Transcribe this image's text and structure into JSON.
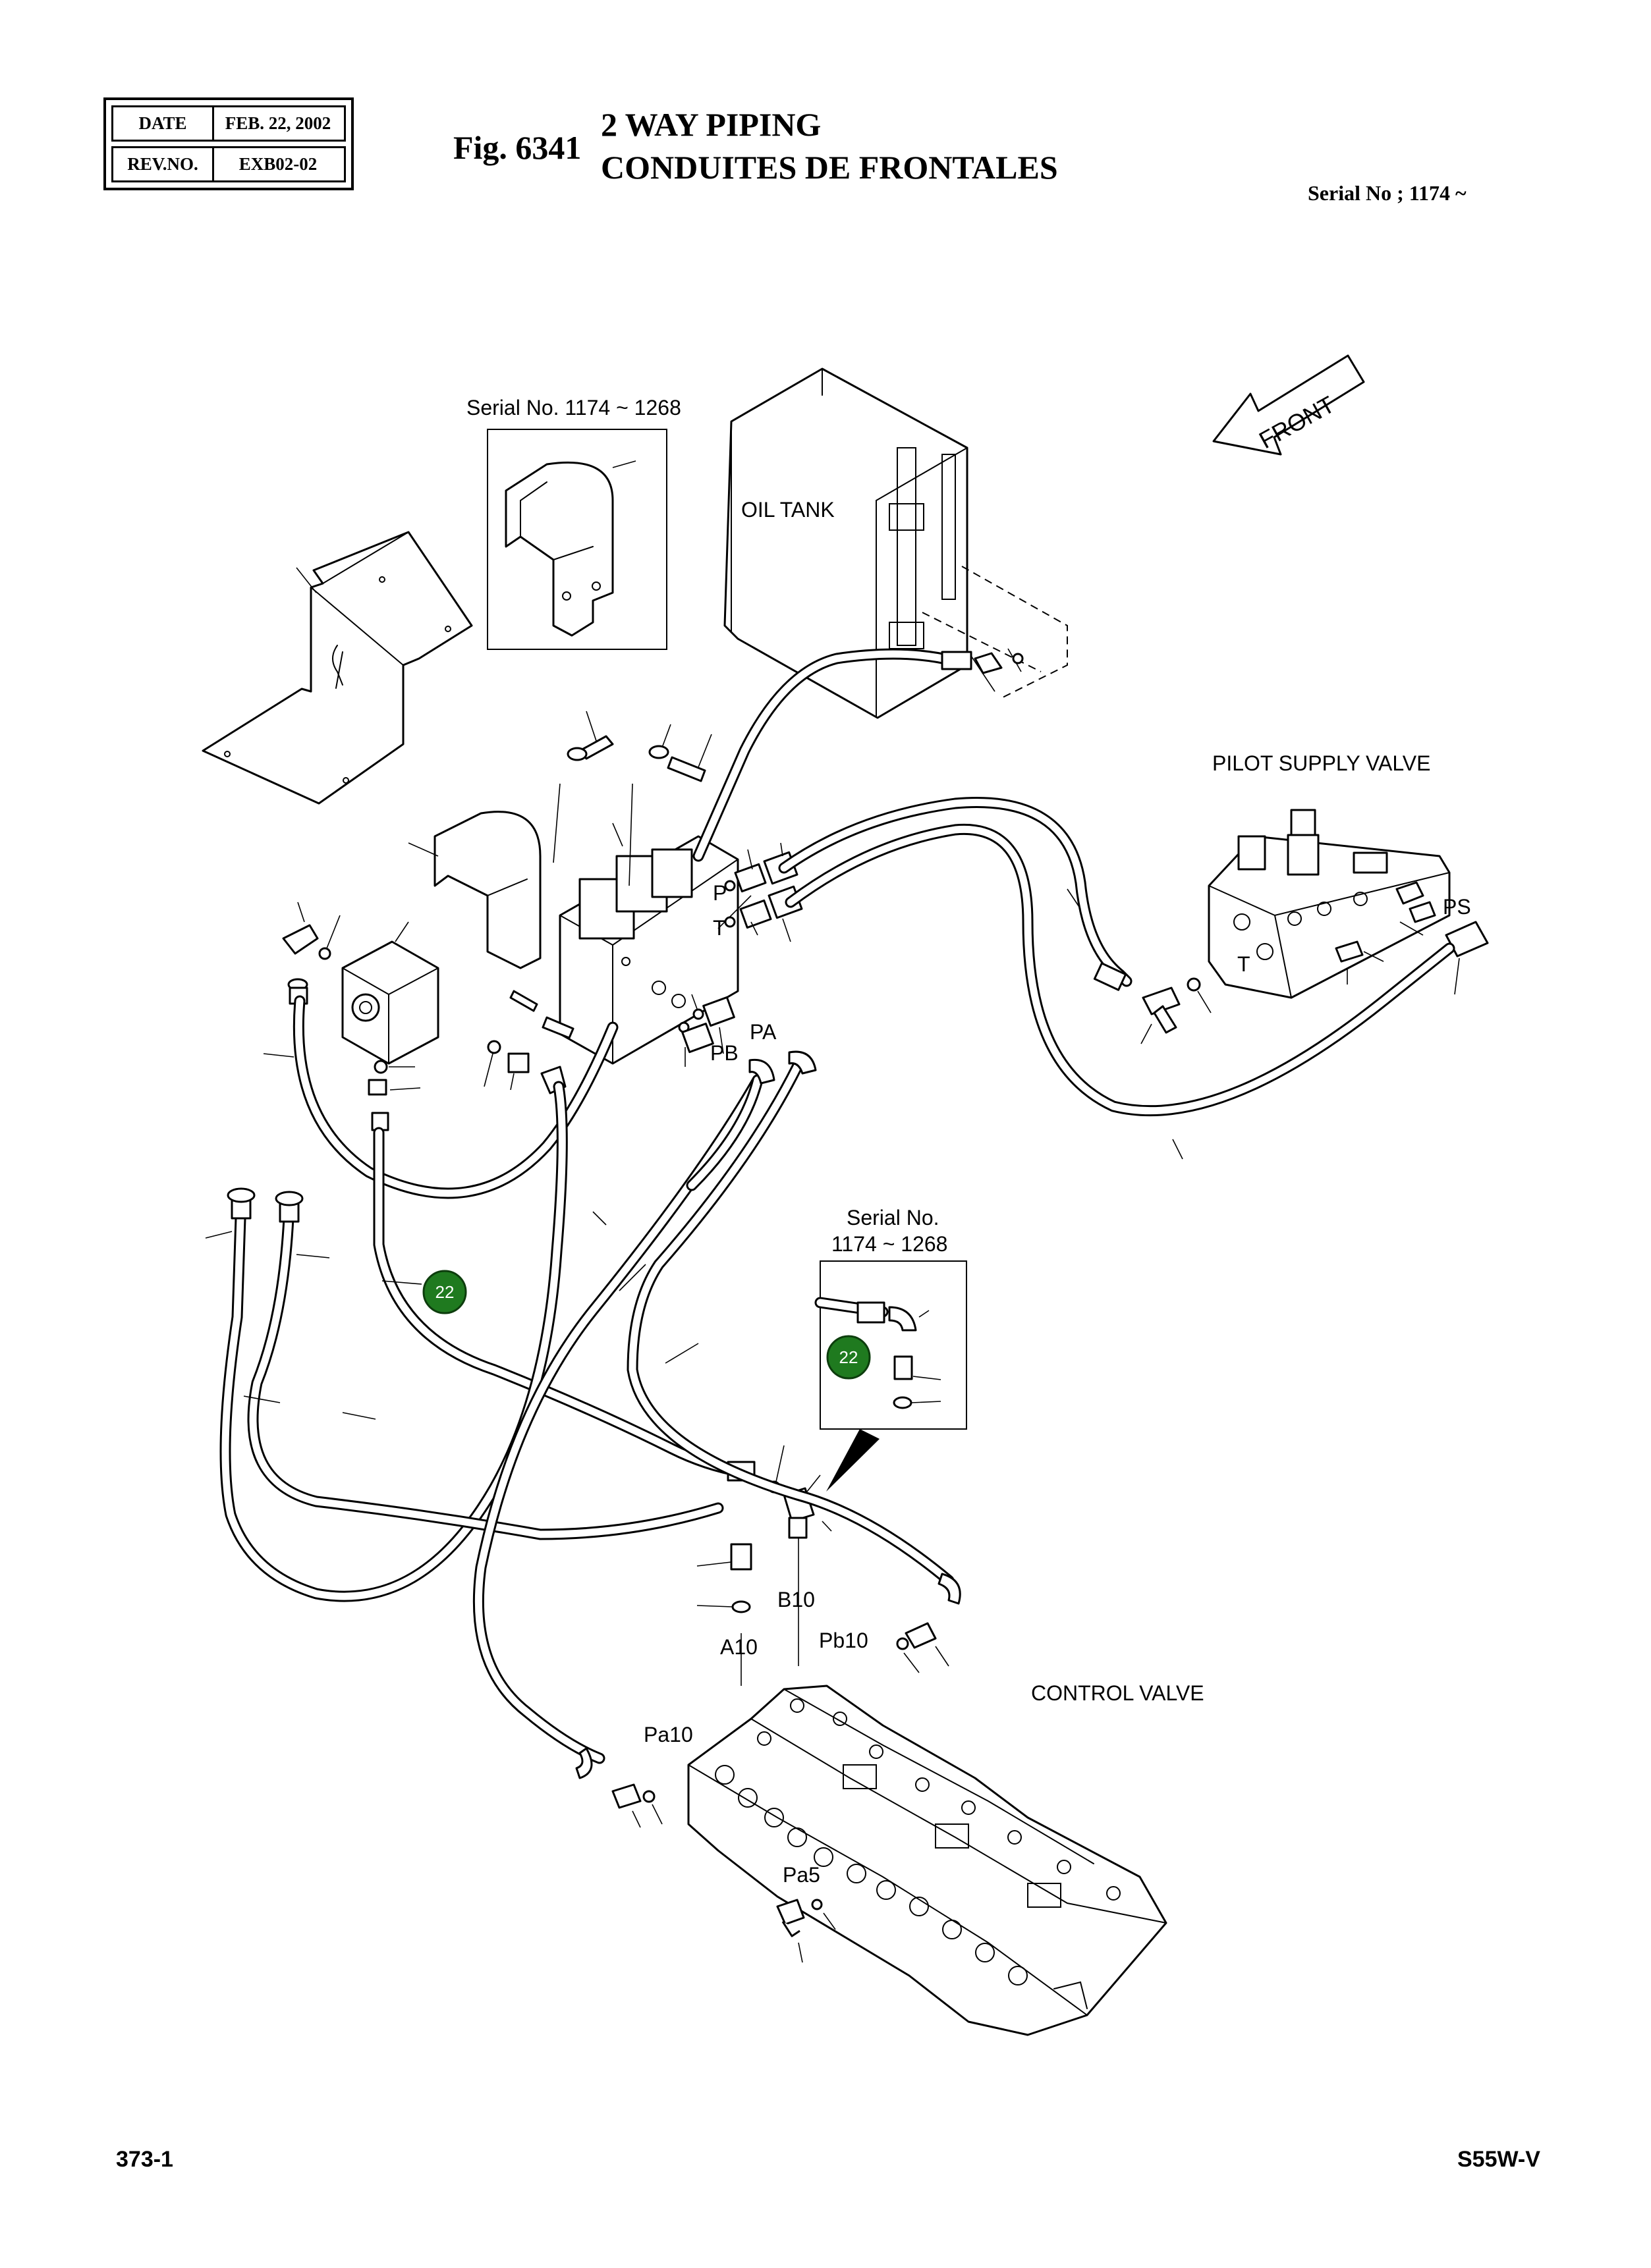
{
  "header": {
    "rev_table": {
      "date_label": "DATE",
      "date_value": "FEB. 22, 2002",
      "rev_label": "REV.NO.",
      "rev_value": "EXB02-02"
    },
    "figure_number": "Fig. 6341",
    "title_en": "2 WAY PIPING",
    "title_fr": "CONDUITES DE FRONTALES",
    "serial_range": "Serial No ; 1174 ~"
  },
  "diagram": {
    "front_arrow_label": "FRONT",
    "inset_top_label": "Serial No. 1174 ~ 1268",
    "inset_right_label_line1": "Serial No.",
    "inset_right_label_line2": "1174  ~ 1268",
    "components": {
      "oil_tank": "OIL TANK",
      "pilot_supply_valve": "PILOT SUPPLY VALVE",
      "control_valve": "CONTROL VALVE"
    },
    "port_labels": {
      "p": "P",
      "t": "T",
      "pa": "PA",
      "pb": "PB",
      "t_pilot": "T",
      "ps": "PS",
      "b10": "B10",
      "a10": "A10",
      "pb10": "Pb10",
      "pa10": "Pa10",
      "pa5": "Pa5"
    },
    "callouts": [
      "22",
      "22"
    ],
    "callout_color": "#1f7a1f"
  },
  "footer": {
    "page_number": "373-1",
    "model": "S55W-V"
  }
}
